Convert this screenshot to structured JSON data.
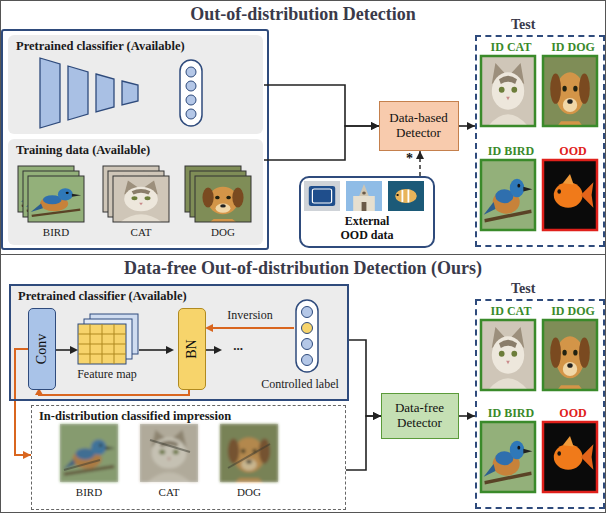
{
  "diagram": {
    "nodes": [
      {
        "text": [
          "Out-of-distribution Detection"
        ]
      },
      {
        "text": [
          "Pretrained classifier (Available)"
        ],
        "in": 0
      },
      {
        "text": [
          "Training data (Available)"
        ],
        "in": 0
      },
      {
        "text": [
          "Data-based Detector"
        ],
        "in": 0
      },
      {
        "text": [
          "External OOD data"
        ],
        "in": 0
      },
      {
        "text": [
          "Test"
        ],
        "in": 0
      },
      {
        "text": [
          "ID CAT"
        ],
        "in": 5
      },
      {
        "text": [
          "ID DOG"
        ],
        "in": 5
      },
      {
        "text": [
          "ID BIRD"
        ],
        "in": 5
      },
      {
        "text": [
          "OOD"
        ],
        "in": 5
      },
      {
        "text": [
          "Data-free Out-of-distribution Detection (Ours)"
        ]
      },
      {
        "text": [
          "Pretrained classifier (Available)"
        ],
        "in": 10
      },
      {
        "text": [
          "Conv"
        ],
        "in": 11
      },
      {
        "text": [
          "BN"
        ],
        "in": 11
      },
      {
        "text": [
          "In-distribution classified impression"
        ],
        "in": 10
      },
      {
        "text": [
          "Data-free Detector"
        ],
        "in": 10
      },
      {
        "text": [
          "Test"
        ],
        "in": 10
      },
      {
        "text": [
          "ID CAT"
        ],
        "in": 16
      },
      {
        "text": [
          "ID DOG"
        ],
        "in": 16
      },
      {
        "text": [
          "ID BIRD"
        ],
        "in": 16
      },
      {
        "text": [
          "OOD"
        ],
        "in": 16
      }
    ],
    "edges": [
      {
        "from": 1,
        "to": 3,
        "arrow": "to"
      },
      {
        "from": 2,
        "to": 3,
        "arrow": "to"
      },
      {
        "from": 4,
        "to": 3,
        "arrow": "to",
        "label": "*"
      },
      {
        "from": 3,
        "to": 5,
        "arrow": "to"
      },
      {
        "from": 11,
        "to": 15,
        "arrow": "to"
      },
      {
        "from": 14,
        "to": 15,
        "arrow": "to"
      },
      {
        "from": 15,
        "to": 16,
        "arrow": "to"
      },
      {
        "from": 12,
        "to": 14,
        "arrow": "to"
      }
    ],
    "labels": [
      "BIRD",
      "CAT",
      "DOG",
      "Feature map",
      "Inversion",
      "...",
      "Controlled label",
      "BIRD",
      "CAT",
      "DOG"
    ]
  }
}
